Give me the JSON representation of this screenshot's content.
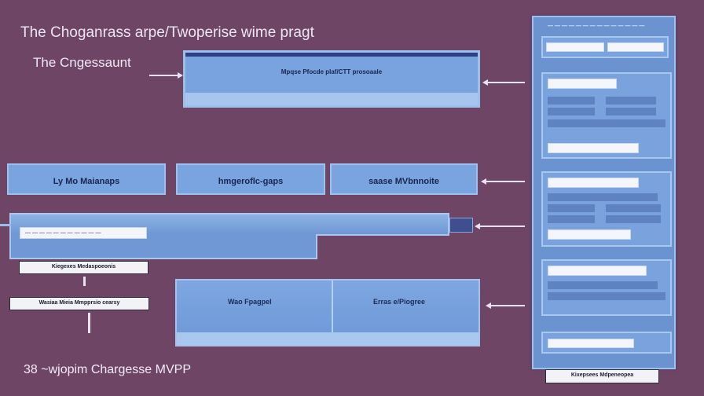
{
  "title": "The Choganrass arpe/Twoperise wime pragt",
  "subtitle": "The Cngessaunt",
  "footer": "38 ~wjopim Chargesse MVPP",
  "top_box_label": "Mpqse Pfocde plaf/CTT prosoaale",
  "middle_boxes": [
    "Ly Mo Maianaps",
    "hmgeroflc-gaps",
    "saase MVbnnoite"
  ],
  "wide_bar_field": "— — — — — — — — — — —",
  "small_labels": [
    "Kiegexes Medaspoeonis",
    "Wasiaa Mieia Mmpprsio cearsy"
  ],
  "bottom_box": {
    "left_label": "Wao Fpagpel",
    "right_label": "Erras e/Piogree"
  },
  "right_panel": {
    "header": "— — — — — — — — — — — — — —",
    "footer_label": "Kixepsees Mdpeneopea"
  }
}
